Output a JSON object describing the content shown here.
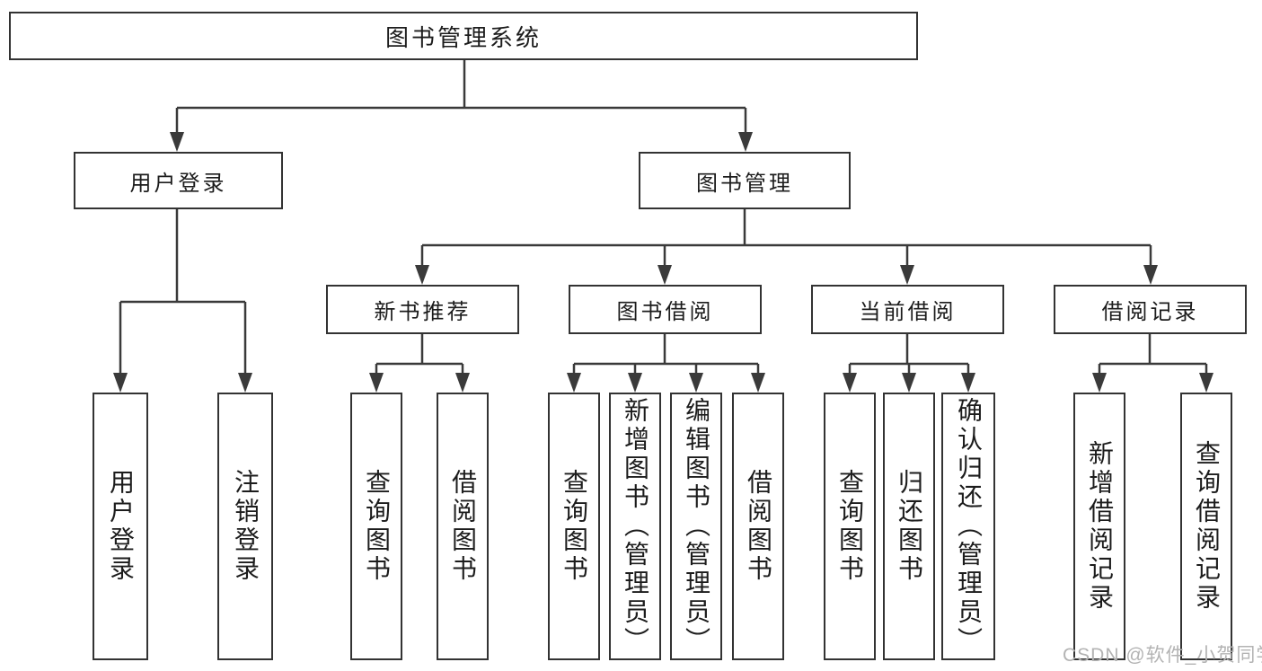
{
  "tree": {
    "root": {
      "label": "图书管理系统"
    },
    "level2": [
      {
        "label": "用户登录"
      },
      {
        "label": "图书管理"
      }
    ],
    "level3": [
      {
        "label": "新书推荐"
      },
      {
        "label": "图书借阅"
      },
      {
        "label": "当前借阅"
      },
      {
        "label": "借阅记录"
      }
    ],
    "leaves": [
      {
        "label": "用户登录"
      },
      {
        "label": "注销登录"
      },
      {
        "label": "查询图书"
      },
      {
        "label": "借阅图书"
      },
      {
        "label": "查询图书"
      },
      {
        "label": "新增图书（管理员）"
      },
      {
        "label": "编辑图书（管理员）"
      },
      {
        "label": "借阅图书"
      },
      {
        "label": "查询图书"
      },
      {
        "label": "归还图书"
      },
      {
        "label": "确认归还（管理员）"
      },
      {
        "label": "新增借阅记录"
      },
      {
        "label": "查询借阅记录"
      }
    ]
  },
  "watermark": {
    "text": "CSDN @软件_小贺同学"
  },
  "colors": {
    "background": "#ffffff",
    "box_border": "#333333",
    "connector_line": "#3a3a3a",
    "text": "#1c1c1c",
    "watermark": "#b3b3b3"
  }
}
